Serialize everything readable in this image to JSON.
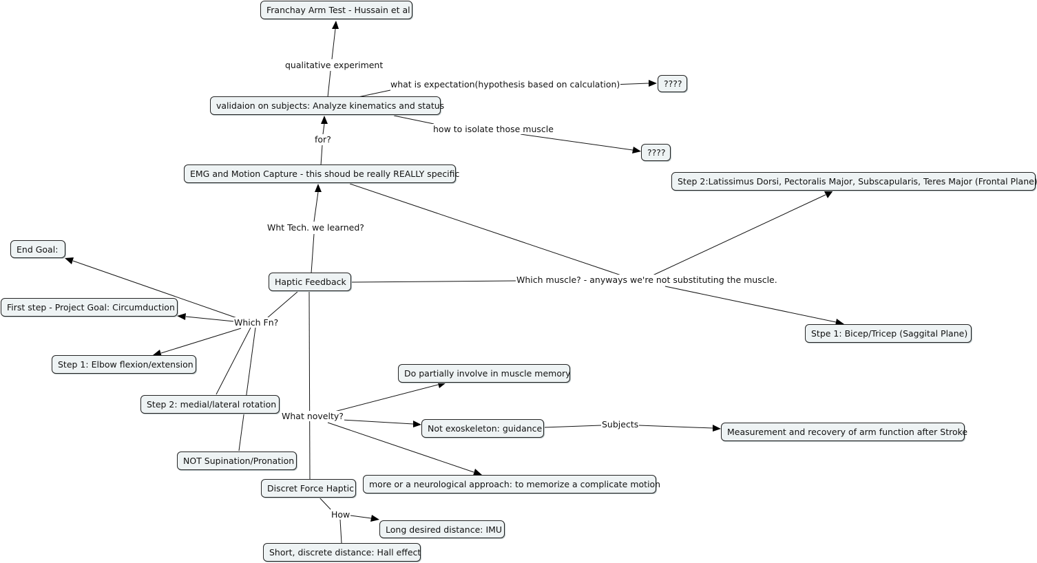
{
  "nodes": {
    "franchay": "Franchay Arm Test - Hussain et al",
    "validation": "validaion on subjects: Analyze kinematics and status",
    "q1": "????",
    "q2": "????",
    "emg": "EMG and Motion Capture - this shoud be really REALLY specific",
    "step2_lat": "Step 2:Latissimus Dorsi, Pectoralis Major, Subscapularis, Teres Major (Frontal Plane)",
    "end_goal": "End Goal:",
    "haptic": "Haptic Feedback",
    "first_step": "First step - Project Goal: Circumduction",
    "stpe1": "Stpe 1: Bicep/Tricep (Saggital Plane)",
    "step1_elbow": "Step 1: Elbow flexion/extension",
    "muscle_memory": "Do partially involve in muscle memory",
    "step2_rot": "Step 2: medial/lateral rotation",
    "not_exo": "Not exoskeleton: guidance",
    "measurement": "Measurement and recovery of arm function after Stroke",
    "not_sup": "NOT Supination/Pronation",
    "neuro": "more or a neurological approach: to memorize a complicate motion",
    "discret": "Discret Force Haptic",
    "long_dist": "Long desired distance: IMU",
    "short_dist": "Short, discrete distance: Hall effect"
  },
  "links": {
    "qualitative": "qualitative experiment",
    "expectation": "what is expectation(hypothesis based on calculation)",
    "isolate": "how to isolate those muscle",
    "for": "for?",
    "wht_tech": "Wht Tech. we learned?",
    "which_muscle": "Which muscle? - anyways we're not substituting the muscle.",
    "which_fn": "Which Fn?",
    "what_novelty": "What novelty?",
    "subjects": "Subjects",
    "how": "How"
  }
}
